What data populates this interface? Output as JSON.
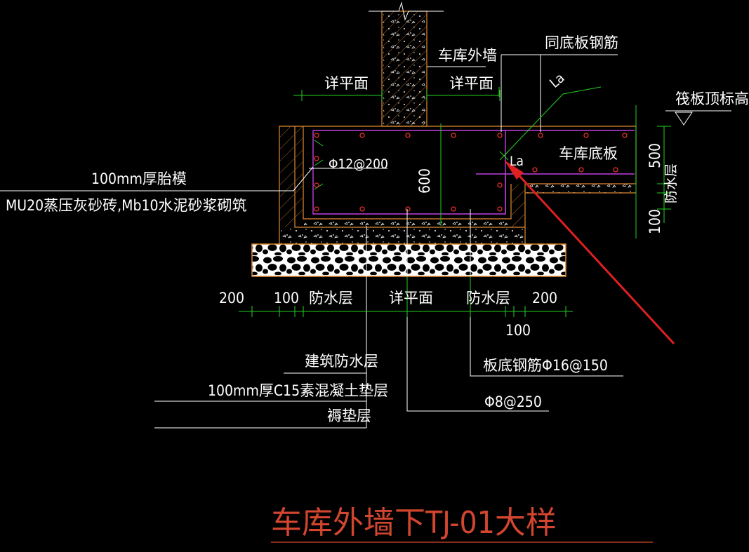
{
  "title": "车库外墙下TJ-01大样",
  "colors": {
    "background": "#000000",
    "dimension": "#22d022",
    "outline": "#e08a30",
    "rebar_line": "#c040e0",
    "rebar_dot": "#e0302a",
    "title": "#d2452f",
    "arrow": "#e02020",
    "text": "#ffffff"
  },
  "labels": {
    "garage_outer_wall": "车库外墙",
    "same_as_bottom_rebar": "同底板钢筋",
    "see_plan_left": "详平面",
    "see_plan_right": "详平面",
    "raft_top_elev": "筏板顶标高",
    "lap_la_top": "La",
    "lap_la": "La",
    "garage_slab": "车库底板",
    "stirrup": "Φ12@200",
    "depth_600": "600",
    "dim_500": "500",
    "waterproof_right": "防水层",
    "dim_100_right": "100",
    "brick_mold": "100mm厚胎模",
    "brick_spec": "MU20蒸压灰砂砖,Mb10水泥砂浆砌筑",
    "dim_200_left": "200",
    "dim_100_left": "100",
    "waterproof_left": "防水层",
    "see_plan_bottom": "详平面",
    "waterproof_bottom_right": "防水层",
    "dim_200_right": "200",
    "dim_100_bottom": "100",
    "building_waterproof": "建筑防水层",
    "bottom_rebar": "板底钢筋Φ16@150",
    "c15_cushion": "100mm厚C15素混凝土垫层",
    "phi8": "Φ8@250",
    "bedding": "褥垫层"
  }
}
